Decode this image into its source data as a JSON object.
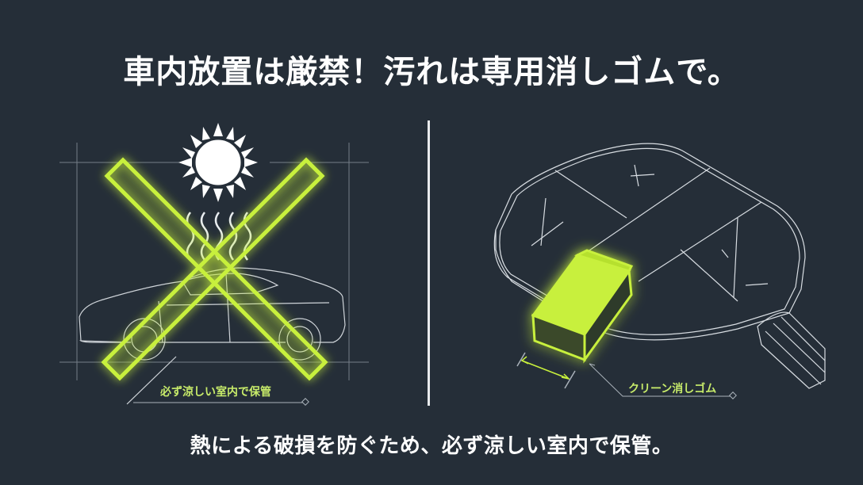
{
  "title": "車内放置は厳禁！汚れは専用消しゴムで。",
  "subtitle": "熱による破損を防ぐため、必ず涼しい室内で保管。",
  "left_panel": {
    "label": "必ず涼しい室内で保管",
    "icons": [
      "sun-icon",
      "heat-waves-icon",
      "car-icon",
      "prohibited-x-icon"
    ]
  },
  "right_panel": {
    "label": "クリーン消しゴム",
    "icons": [
      "paddle-icon",
      "eraser-icon",
      "dimension-arrow-icon"
    ]
  },
  "colors": {
    "background": "#252e38",
    "accent": "#c8f03c",
    "text": "#ffffff",
    "line": "#d8dde2"
  }
}
